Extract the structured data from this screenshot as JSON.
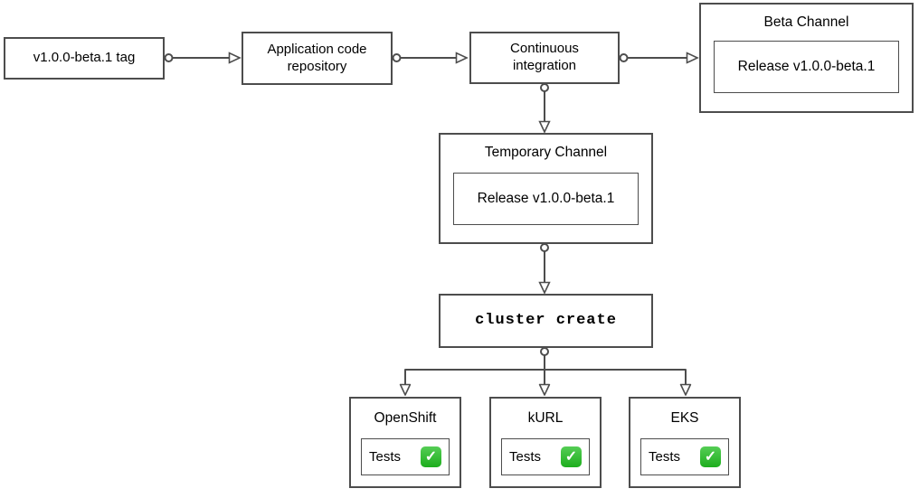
{
  "diagram": {
    "check_glyph": "✓",
    "nodes": {
      "tag": {
        "label": "v1.0.0-beta.1 tag"
      },
      "repo": {
        "label": "Application code repository"
      },
      "ci": {
        "label": "Continuous integration"
      },
      "beta_channel": {
        "title": "Beta Channel",
        "release": "Release v1.0.0-beta.1"
      },
      "temporary_channel": {
        "title": "Temporary Channel",
        "release": "Release v1.0.0-beta.1"
      },
      "cluster_create": {
        "label": "cluster create"
      },
      "platforms": [
        {
          "title": "OpenShift",
          "tests_label": "Tests",
          "status_icon": "check-mark-button"
        },
        {
          "title": "kURL",
          "tests_label": "Tests",
          "status_icon": "check-mark-button"
        },
        {
          "title": "EKS",
          "tests_label": "Tests",
          "status_icon": "check-mark-button"
        }
      ]
    },
    "colors": {
      "stroke": "#4d4d4d",
      "node_background": "#ffffff",
      "text": "#000000",
      "check_green": "#2bb32b",
      "check_mark": "#ffffff"
    }
  }
}
